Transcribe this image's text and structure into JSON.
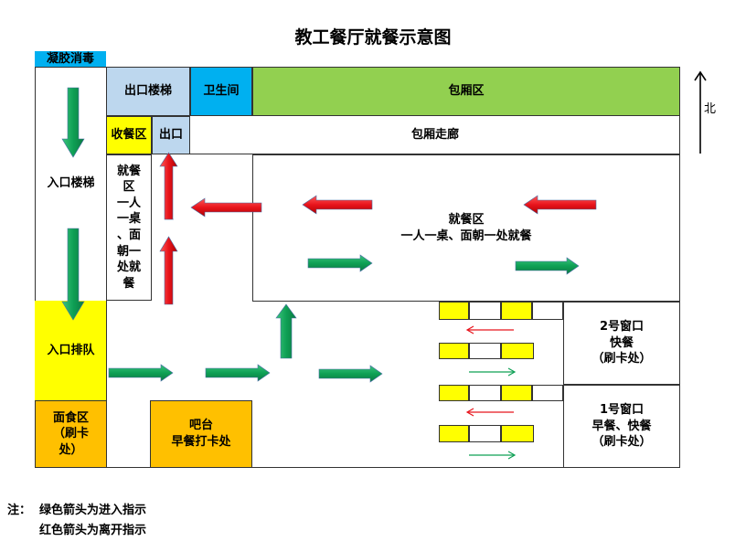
{
  "title": "教工餐厅就餐示意图",
  "colors": {
    "green_arrow": "#0fa055",
    "red_arrow": "#e8141c",
    "yellow": "#ffff00",
    "orange": "#ffc000",
    "light_blue": "#bdd7ee",
    "cyan": "#00b0f0",
    "lime": "#92d050"
  },
  "labels": {
    "disinfect": "凝胶消毒",
    "exit_stairs": "出口楼梯",
    "restroom": "卫生间",
    "private_rooms": "包厢区",
    "tray_return": "收餐区",
    "exit": "出口",
    "corridor": "包厢走廊",
    "entry_stairs": "入口楼梯",
    "dining_left": "就餐\n区\n一人\n一桌\n、面\n朝一\n处就\n餐",
    "dining_main_1": "就餐区",
    "dining_main_2": "一人一桌、面朝一处就餐",
    "entry_queue": "入口排队",
    "noodles": "面食区\n（刷卡\n处）",
    "bar": "吧台\n早餐打卡处",
    "window2": "2号窗口\n快餐\n（刷卡处）",
    "window1": "1号窗口\n早餐、快餐\n（刷卡处）",
    "north": "北"
  },
  "notes": {
    "line1": "注：  绿色箭头为进入指示",
    "line2": "红色箭头为离开指示"
  }
}
